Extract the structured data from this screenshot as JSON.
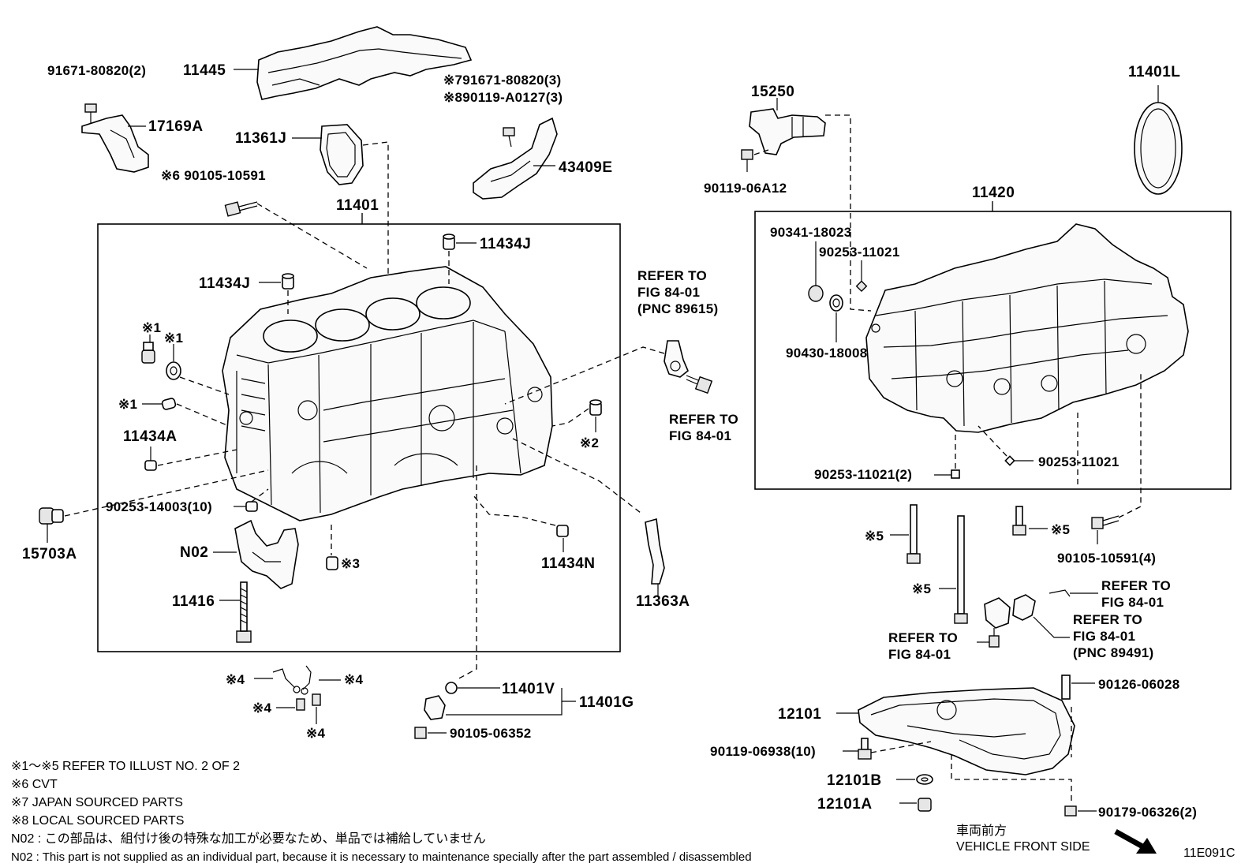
{
  "labels": {
    "p91671_80820_2": "91671-80820(2)",
    "p11445": "11445",
    "p17169A": "17169A",
    "p11361J": "11361J",
    "note7_91671": "※791671-80820(3)",
    "note8_90119": "※890119-A0127(3)",
    "p43409E": "43409E",
    "p6_90105": "※6  90105-10591",
    "p11401": "11401",
    "p11434J_a": "11434J",
    "p11434J_b": "11434J",
    "m1_a": "※1",
    "m1_b": "※1",
    "m1_c": "※1",
    "p11434A": "11434A",
    "m2": "※2",
    "p90253_14003": "90253-14003(10)",
    "p15703A": "15703A",
    "pN02": "N02",
    "m3": "※3",
    "p11434N": "11434N",
    "p11416": "11416",
    "p11363A": "11363A",
    "ref1_l1": "REFER TO",
    "ref1_l2": "FIG 84-01",
    "ref1_l3": "(PNC 89615)",
    "ref2_l1": "REFER TO",
    "ref2_l2": "FIG 84-01",
    "m4_a": "※4",
    "m4_b": "※4",
    "m4_c": "※4",
    "m4_d": "※4",
    "p11401V": "11401V",
    "p11401G": "11401G",
    "p90105_06352": "90105-06352",
    "p15250": "15250",
    "p90119_06A12": "90119-06A12",
    "p11401L": "11401L",
    "p11420": "11420",
    "p90341_18023": "90341-18023",
    "p90253_11021_a": "90253-11021",
    "p90430_18008": "90430-18008",
    "p90253_11021_b": "90253-11021",
    "p90253_11021_2": "90253-11021(2)",
    "m5_a": "※5",
    "m5_b": "※5",
    "m5_c": "※5",
    "p90105_10591_4": "90105-10591(4)",
    "ref3_l1": "REFER TO",
    "ref3_l2": "FIG 84-01",
    "ref4_l1": "REFER TO",
    "ref4_l2": "FIG 84-01",
    "ref4_l3": "(PNC 89491)",
    "ref5_l1": "REFER TO",
    "ref5_l2": "FIG 84-01",
    "p90126_06028": "90126-06028",
    "p12101": "12101",
    "p90119_06938": "90119-06938(10)",
    "p12101B": "12101B",
    "p12101A": "12101A",
    "p90179_06326": "90179-06326(2)"
  },
  "notes": {
    "n1": "※1～※5  REFER TO ILLUST NO. 2 OF 2",
    "n2": "※6  CVT",
    "n3": "※7 JAPAN SOURCED PARTS",
    "n4": "※8 LOCAL SOURCED PARTS",
    "n5": "N02 : この部品は、組付け後の特殊な加工が必要なため、単品では補給していません",
    "n6": "N02 : This part is not supplied as an individual part, because it is necessary to maintenance specially after the part assembled / disassembled"
  },
  "direction": {
    "jp": "車両前方",
    "en": "VEHICLE FRONT SIDE"
  },
  "figure_id": "11E091C"
}
